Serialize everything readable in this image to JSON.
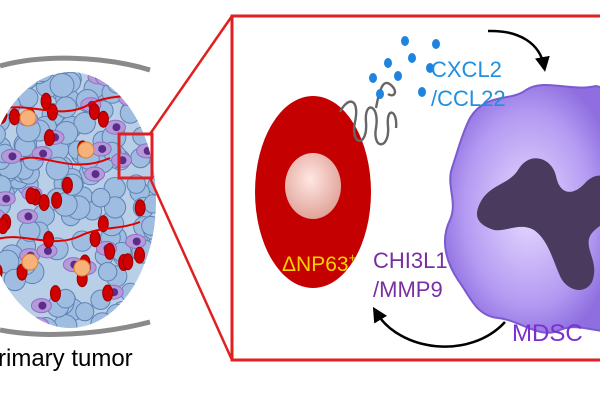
{
  "tumor_label": "rimary tumor",
  "cell_marker": "ΔNP63",
  "cell_marker_sup": "+",
  "chemokines": [
    "CXCL2",
    "/CCL22"
  ],
  "factors": [
    "CHI3L1",
    "/MMP9"
  ],
  "mdsc_label": "MDSC",
  "colors": {
    "tumor_cell": "#c00000",
    "marker_text": "#ffd200",
    "chemokine": "#1f8fe0",
    "factor_text": "#7a2fa0",
    "mdsc_text": "#7b2fd0",
    "mdsc_body": "#a98ef0",
    "nucleus": "#4a3b5e",
    "frame": "#e02020"
  },
  "icons": [
    "receptor-icon",
    "chemokine-dots-icon",
    "arrow-icon"
  ]
}
